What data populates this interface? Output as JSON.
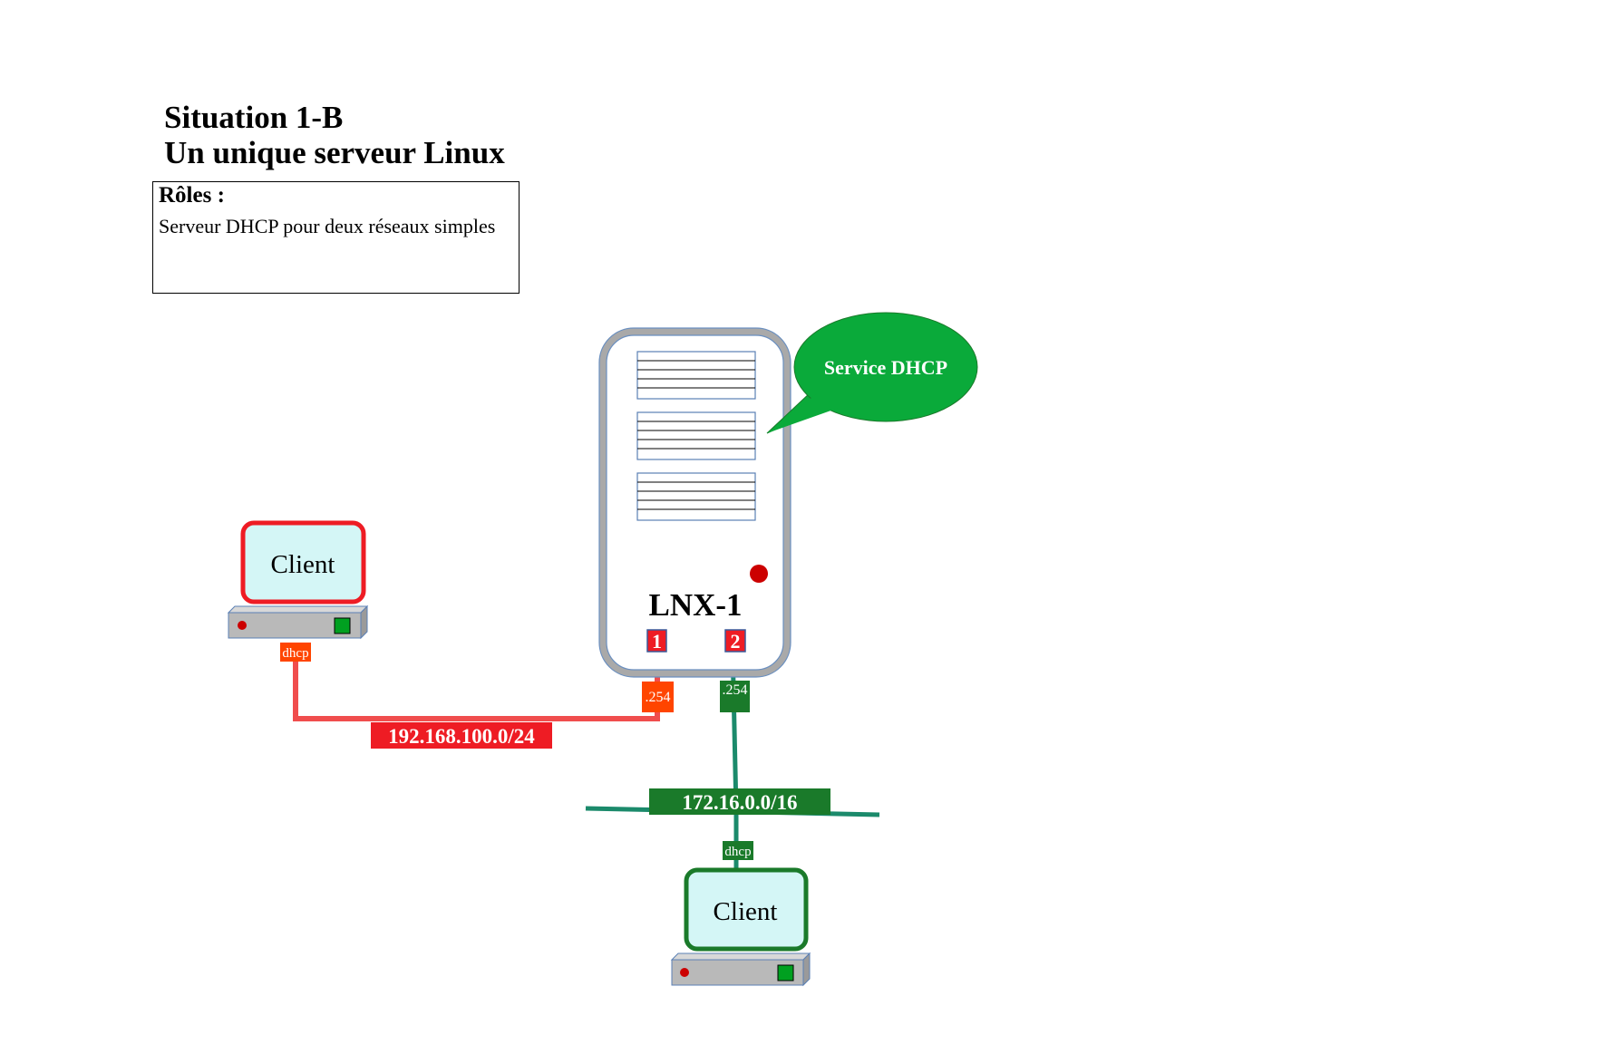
{
  "title": {
    "line1": "Situation 1-B",
    "line2": "Un unique serveur Linux"
  },
  "roles": {
    "heading": "Rôles :",
    "text": "Serveur DHCP pour deux réseaux simples"
  },
  "server": {
    "name": "LNX-1",
    "port1": "1",
    "port2": "2",
    "port1_ip": ".254",
    "port2_ip": ".254",
    "service_bubble": "Service DHCP"
  },
  "networks": {
    "lan_red": "192.168.100.0/24",
    "lan_green": "172.16.0.0/16"
  },
  "clients": {
    "red": {
      "label": "Client",
      "iface": "dhcp"
    },
    "green": {
      "label": "Client",
      "iface": "dhcp"
    }
  },
  "colors": {
    "red_network": "#ee1c24",
    "red_link": "#f04d4d",
    "orange_tag": "#ff4500",
    "green_network": "#1a7a2a",
    "teal_link": "#1b8a6b",
    "bubble_green": "#0aaa3a",
    "screen_fill": "#d4f6f6",
    "server_border": "#a9a9a9",
    "rack_border": "#5b80b5",
    "power_led": "#cc0000"
  }
}
